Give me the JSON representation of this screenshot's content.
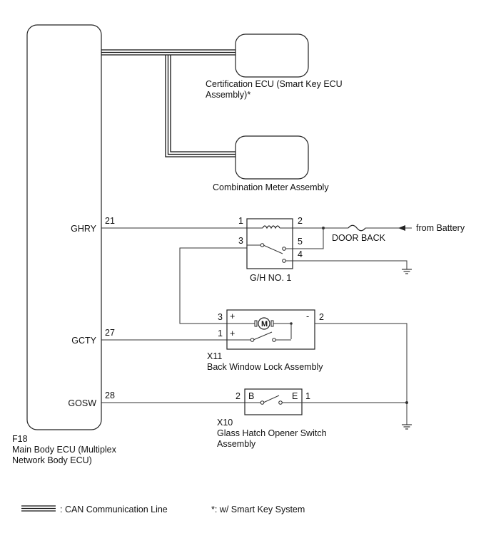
{
  "ecu_main": {
    "code": "F18",
    "name_line1": "Main Body ECU (Multiplex",
    "name_line2": "Network Body ECU)",
    "pins": [
      {
        "name": "GHRY",
        "number": "21"
      },
      {
        "name": "GCTY",
        "number": "27"
      },
      {
        "name": "GOSW",
        "number": "28"
      }
    ]
  },
  "certification_ecu": {
    "name_line1": "Certification ECU (Smart Key ECU",
    "name_line2": "Assembly)*"
  },
  "combination_meter": {
    "name": "Combination Meter Assembly"
  },
  "relay": {
    "name": "G/H NO. 1",
    "pin1": "1",
    "pin2": "2",
    "pin3": "3",
    "pin4": "4",
    "pin5": "5"
  },
  "fuse": {
    "name": "DOOR BACK",
    "source": "from Battery"
  },
  "lock_assembly": {
    "code": "X11",
    "name": "Back Window Lock Assembly",
    "pin3": "3",
    "pin1": "1",
    "pin2": "2",
    "plus1": "+",
    "plus2": "+",
    "minus": "-",
    "motor_label": "M"
  },
  "opener_switch": {
    "code": "X10",
    "name_line1": "Glass Hatch Opener Switch",
    "name_line2": "Assembly",
    "pin2": "2",
    "pin1": "1",
    "term_b": "B",
    "term_e": "E"
  },
  "legend": {
    "can_line": ": CAN Communication Line",
    "footnote": "*: w/ Smart Key System"
  }
}
